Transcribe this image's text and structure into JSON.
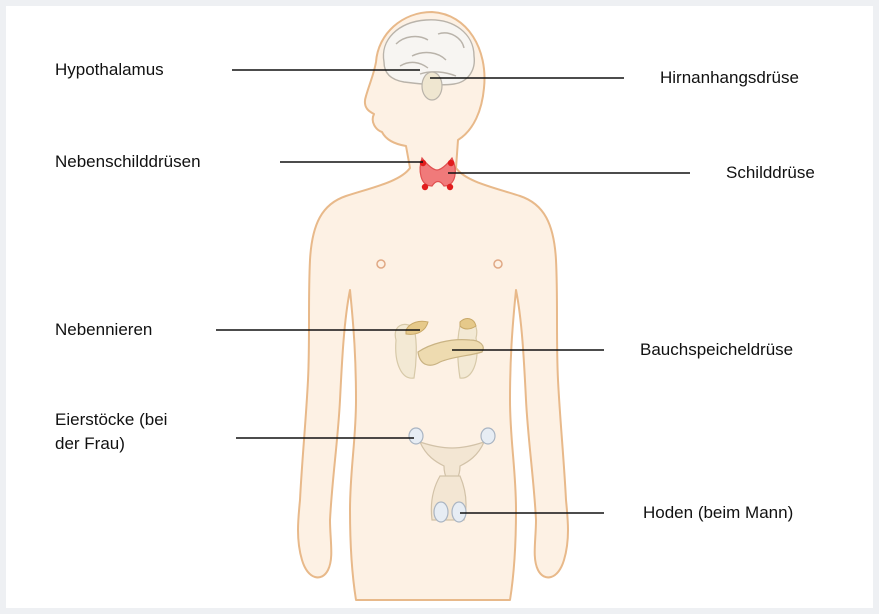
{
  "labels": {
    "hypothalamus": "Hypothalamus",
    "hirnanhangsdruese": "Hirnanhangsdrüse",
    "nebenschilddruesen": "Nebenschilddrüsen",
    "schilddruese": "Schilddrüse",
    "nebennieren": "Nebennieren",
    "bauchspeicheldruese": "Bauchspeicheldrüse",
    "eierstoecke_line1": "Eierstöcke (bei",
    "eierstoecke_line2": "der Frau)",
    "hoden": "Hoden (beim Mann)"
  },
  "colors": {
    "background": "#eef0f3",
    "panel": "#ffffff",
    "skin_outline": "#e8b98a",
    "skin_fill": "#fdf1e4",
    "thyroid": "#f07a7a",
    "parathyroid": "#e11d1d",
    "gland": "#eedbb0",
    "leader_line": "#111111"
  }
}
